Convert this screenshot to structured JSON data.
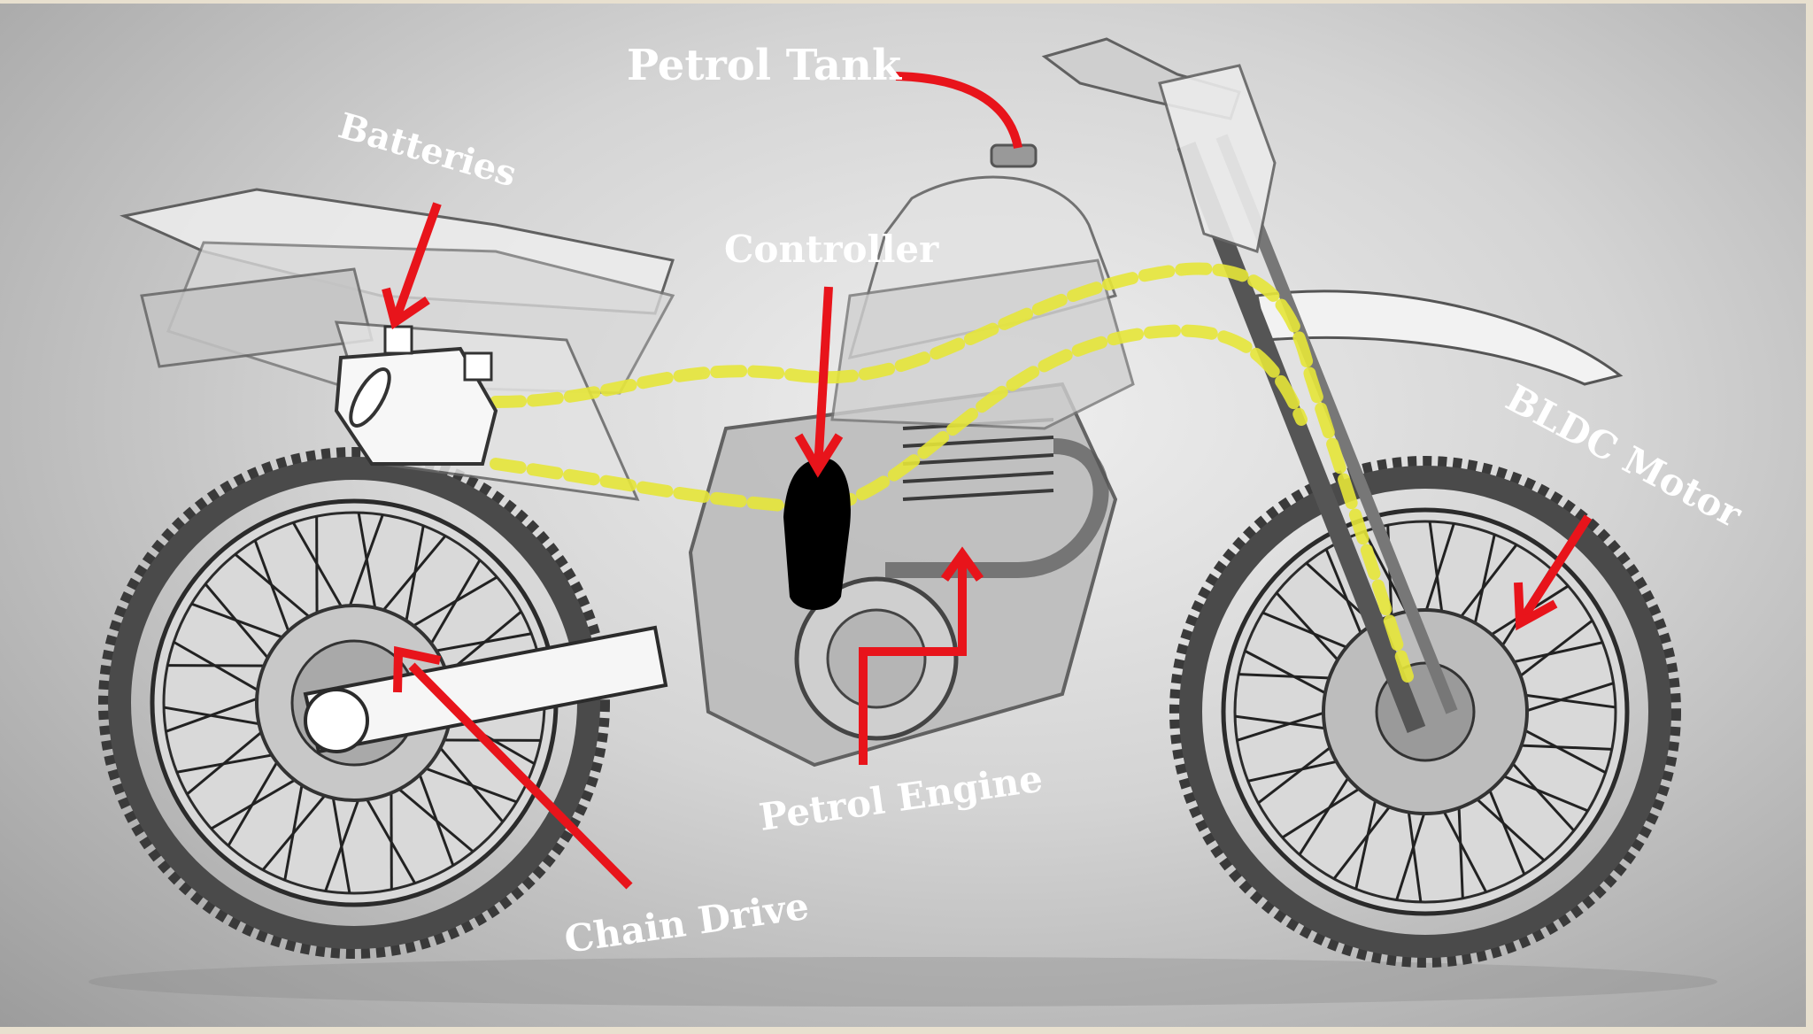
{
  "diagram": {
    "labels": {
      "petrol_tank": "Petrol Tank",
      "batteries": "Batteries",
      "controller": "Controller",
      "bldc_motor": "BLDC Motor",
      "petrol_engine": "Petrol Engine",
      "chain_drive": "Chain Drive"
    },
    "colors": {
      "arrow": "#e8141b",
      "wiring": "#e6e639",
      "label_text": "#ffffff",
      "controller_box": "#000000"
    }
  }
}
